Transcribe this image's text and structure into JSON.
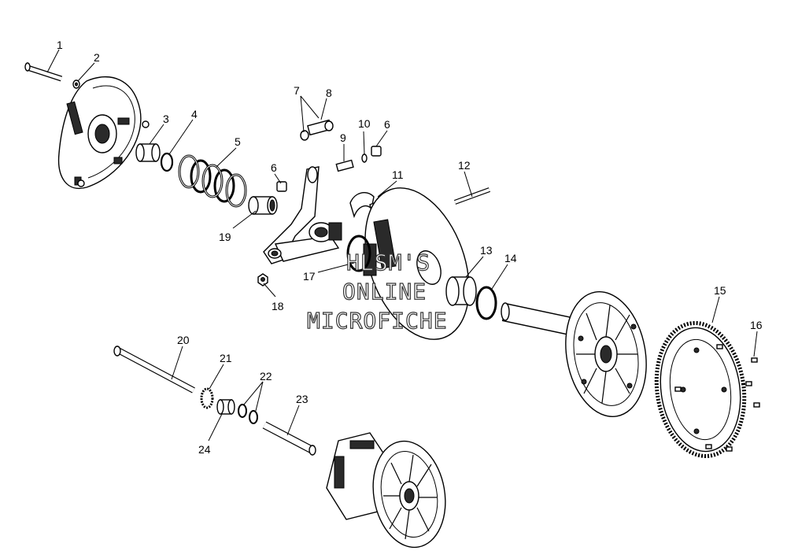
{
  "watermark": {
    "line1": "HLSM'S",
    "line2": "ONLINE",
    "line3": "MICROFICHE"
  },
  "callouts": {
    "c1": "1",
    "c2": "2",
    "c3": "3",
    "c4": "4",
    "c5": "5",
    "c6a": "6",
    "c6b": "6",
    "c7": "7",
    "c8": "8",
    "c9": "9",
    "c10": "10",
    "c11": "11",
    "c12": "12",
    "c13": "13",
    "c14": "14",
    "c15": "15",
    "c16": "16",
    "c17": "17",
    "c18": "18",
    "c19": "19",
    "c20": "20",
    "c21": "21",
    "c22": "22",
    "c23": "23",
    "c24": "24"
  }
}
